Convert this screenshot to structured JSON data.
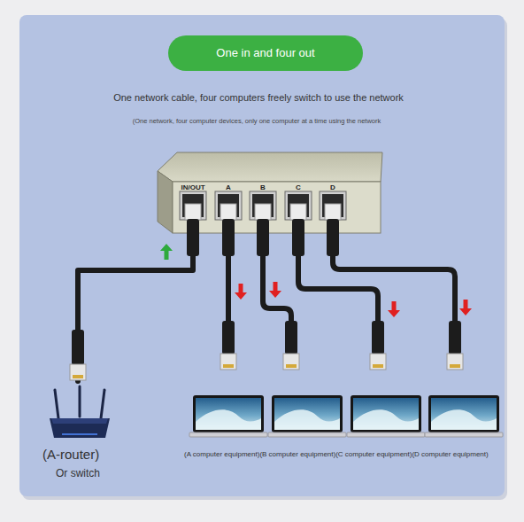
{
  "diagram": {
    "nodes": [
      {
        "text": [
          "One in and four out"
        ]
      },
      {
        "text": [
          "IN/OUT",
          "A",
          "B",
          "C",
          "D"
        ]
      },
      {
        "text": [
          "(A-router)",
          "Or switch"
        ]
      }
    ],
    "edges": [
      {
        "from": 2,
        "to": 1,
        "arrow": "to"
      }
    ],
    "labels": [
      "One network cable, four computers freely switch to use the network",
      "(One network, four computer devices, only one computer at a time using the network",
      "(A computer equipment)(B computer equipment)(C computer equipment)(D computer equipment)"
    ]
  }
}
